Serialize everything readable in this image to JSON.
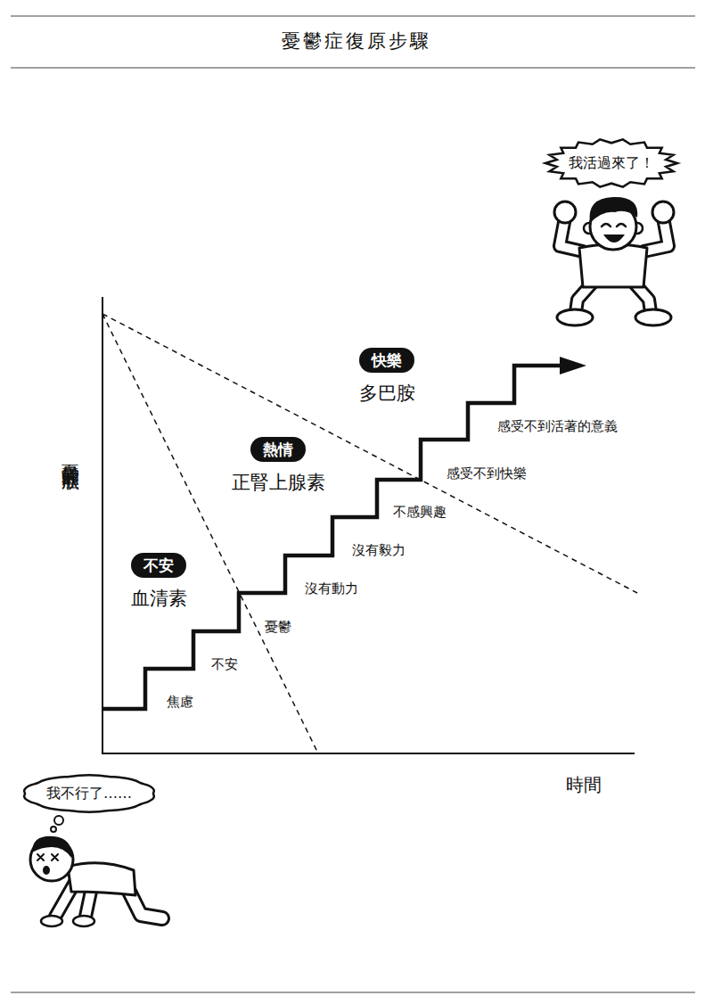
{
  "diagram": {
    "title": "憂鬱症復原步驟",
    "nodes": [
      {
        "text": [
          "我活過來了！"
        ]
      },
      {
        "text": [
          "快樂",
          "多巴胺"
        ]
      },
      {
        "text": [
          "熱情",
          "正腎上腺素"
        ]
      },
      {
        "text": [
          "不安",
          "血清素"
        ]
      },
      {
        "text": [
          "我不行了……"
        ]
      }
    ],
    "labels": [
      "憂鬱症的症狀",
      "時間",
      "焦慮",
      "不安",
      "憂鬱",
      "沒有動力",
      "沒有毅力",
      "不感興趣",
      "感受不到快樂",
      "感受不到活著的意義"
    ]
  }
}
